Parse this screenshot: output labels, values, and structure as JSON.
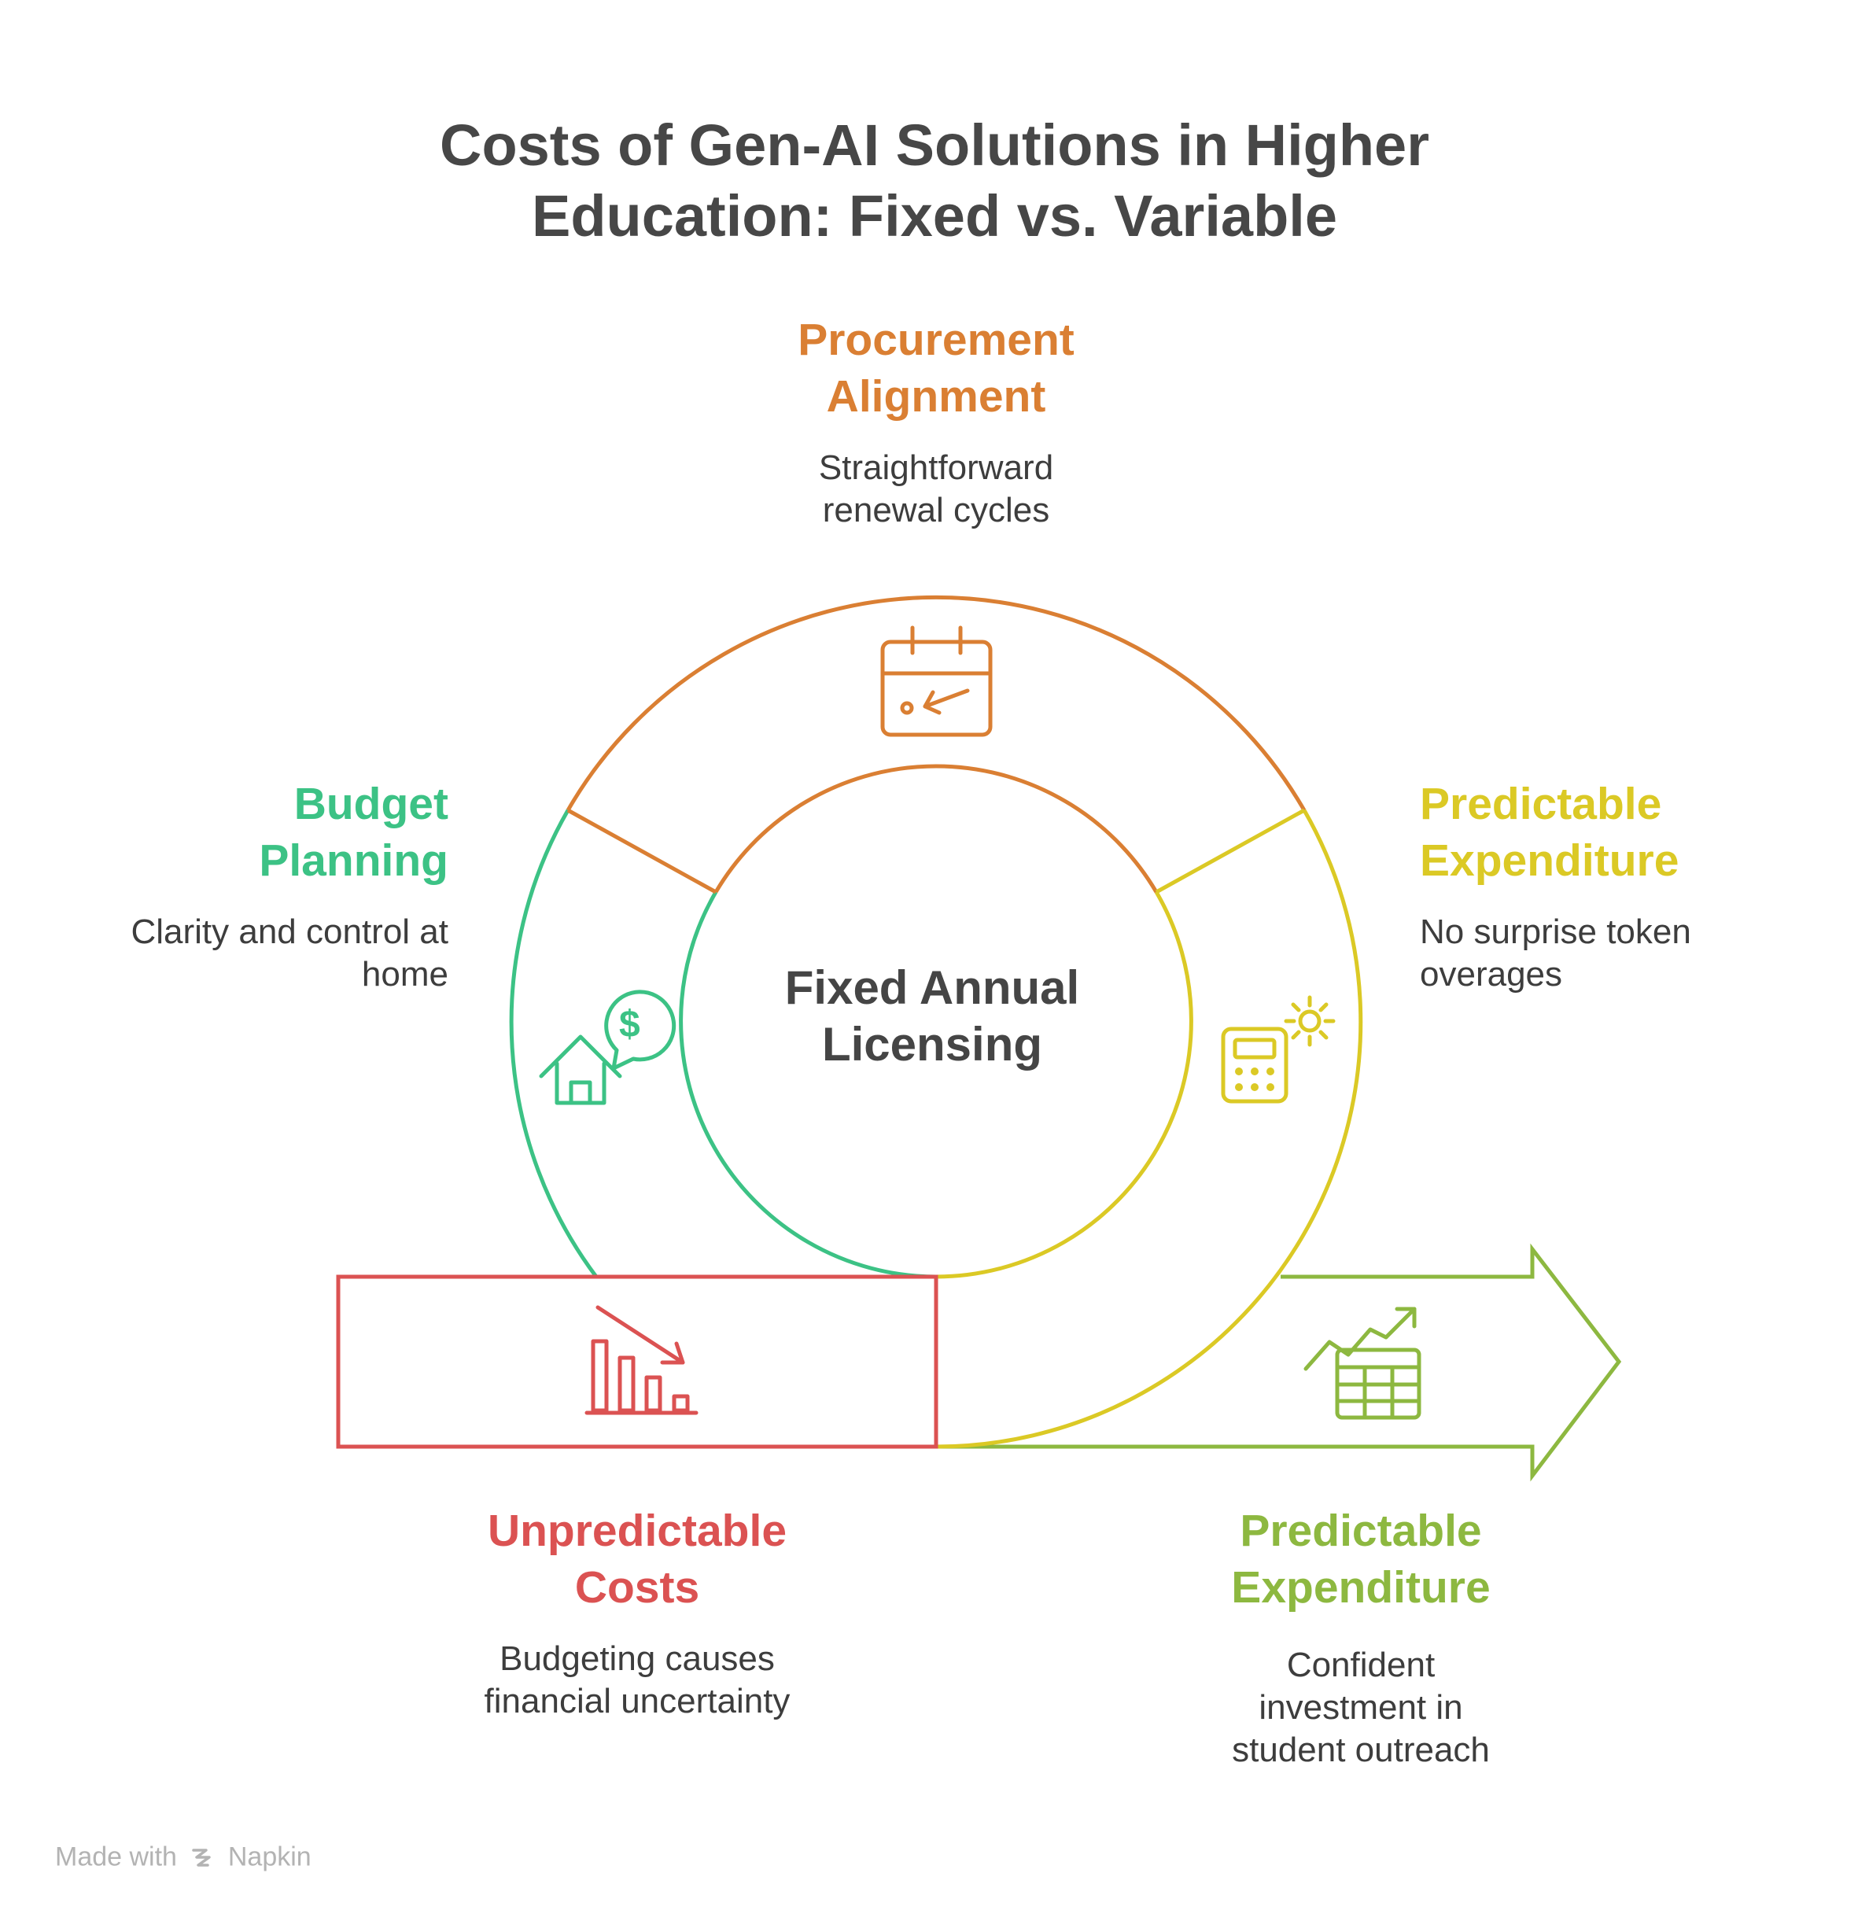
{
  "title": {
    "line1": "Costs of Gen-AI Solutions in Higher",
    "line2": "Education: Fixed vs. Variable"
  },
  "center": {
    "line1": "Fixed Annual",
    "line2": "Licensing"
  },
  "colors": {
    "procurement": "#DA7F33",
    "budget": "#3CC285",
    "predictable_top": "#DBC925",
    "unpredictable": "#DB5252",
    "predictable_bottom": "#8DB840",
    "text_dark": "#474747"
  },
  "sections": {
    "procurement": {
      "heading_line1": "Procurement",
      "heading_line2": "Alignment",
      "desc_line1": "Straightforward",
      "desc_line2": "renewal cycles",
      "icon": "calendar-icon"
    },
    "budget": {
      "heading_line1": "Budget",
      "heading_line2": "Planning",
      "desc_line1": "Clarity and control at",
      "desc_line2": "home",
      "icon": "house-dollar-icon"
    },
    "predictable_top": {
      "heading_line1": "Predictable",
      "heading_line2": "Expenditure",
      "desc_line1": "No surprise token",
      "desc_line2": "overages",
      "icon": "calculator-gear-icon"
    },
    "unpredictable": {
      "heading_line1": "Unpredictable",
      "heading_line2": "Costs",
      "desc_line1": "Budgeting causes",
      "desc_line2": "financial uncertainty",
      "icon": "declining-bar-chart-icon"
    },
    "predictable_bottom": {
      "heading_line1": "Predictable",
      "heading_line2": "Expenditure",
      "desc_line1": "Confident",
      "desc_line2": "investment in",
      "desc_line3": "student outreach",
      "icon": "growth-spreadsheet-icon"
    }
  },
  "footer": {
    "made_with": "Made with",
    "brand": "Napkin"
  }
}
